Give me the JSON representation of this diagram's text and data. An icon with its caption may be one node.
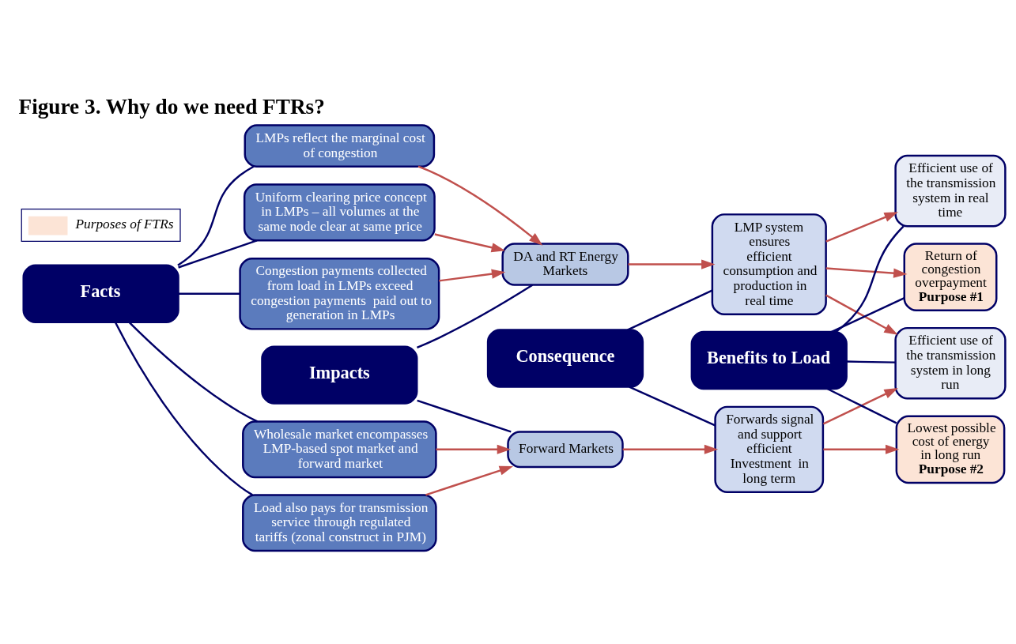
{
  "diagram": {
    "title": "Figure 3. Why do we need FTRs?",
    "nodes": [
      {
        "text": [
          "Facts"
        ]
      },
      {
        "text": [
          "LMPs reflect the marginal cost of congestion"
        ]
      },
      {
        "text": [
          "Uniform clearing price concept in LMPs – all volumes at the same node clear at same price"
        ]
      },
      {
        "text": [
          "Congestion payments collected from load in LMPs exceed congestion payments  paid out to generation in LMPs"
        ]
      },
      {
        "text": [
          "Load also pays for transmission service through regulated tariffs (zonal construct in PJM)"
        ]
      },
      {
        "text": [
          "Wholesale market encompasses LMP-based spot market and forward market"
        ]
      },
      {
        "text": [
          "Impacts"
        ]
      },
      {
        "text": [
          "DA and RT Energy Markets"
        ]
      },
      {
        "text": [
          "Forward Markets"
        ]
      },
      {
        "text": [
          "Consequence"
        ]
      },
      {
        "text": [
          "LMP system ensures efficient consumption and production in real time"
        ]
      },
      {
        "text": [
          "Forwards signal and support efficient Investment  in long term"
        ]
      },
      {
        "text": [
          "Benefits to Load"
        ]
      },
      {
        "text": [
          "Efficient use of the transmission system in real time"
        ]
      },
      {
        "text": [
          "Return of congestion overpayment",
          "Purpose #1"
        ]
      },
      {
        "text": [
          "Efficient use of the transmission system in long run"
        ]
      },
      {
        "text": [
          "Lowest possible cost of energy in long run",
          "Purpose #2"
        ]
      }
    ],
    "edges": [
      {
        "from": 0,
        "to": 1,
        "arrow": "none"
      },
      {
        "from": 0,
        "to": 2,
        "arrow": "none"
      },
      {
        "from": 0,
        "to": 3,
        "arrow": "none"
      },
      {
        "from": 0,
        "to": 4,
        "arrow": "none"
      },
      {
        "from": 0,
        "to": 5,
        "arrow": "none"
      },
      {
        "from": 6,
        "to": 7,
        "arrow": "none"
      },
      {
        "from": 6,
        "to": 8,
        "arrow": "none"
      },
      {
        "from": 9,
        "to": 10,
        "arrow": "none"
      },
      {
        "from": 9,
        "to": 11,
        "arrow": "none"
      },
      {
        "from": 12,
        "to": 13,
        "arrow": "none"
      },
      {
        "from": 12,
        "to": 14,
        "arrow": "none"
      },
      {
        "from": 12,
        "to": 15,
        "arrow": "none"
      },
      {
        "from": 12,
        "to": 16,
        "arrow": "none"
      },
      {
        "from": 1,
        "to": 7,
        "arrow": "to",
        "color": "#c0504d"
      },
      {
        "from": 2,
        "to": 7,
        "arrow": "to",
        "color": "#c0504d"
      },
      {
        "from": 3,
        "to": 7,
        "arrow": "to",
        "color": "#c0504d"
      },
      {
        "from": 4,
        "to": 8,
        "arrow": "to",
        "color": "#c0504d"
      },
      {
        "from": 5,
        "to": 8,
        "arrow": "to",
        "color": "#c0504d"
      },
      {
        "from": 7,
        "to": 10,
        "arrow": "to",
        "color": "#c0504d"
      },
      {
        "from": 8,
        "to": 11,
        "arrow": "to",
        "color": "#c0504d"
      },
      {
        "from": 10,
        "to": 13,
        "arrow": "to",
        "color": "#c0504d"
      },
      {
        "from": 10,
        "to": 14,
        "arrow": "to",
        "color": "#c0504d"
      },
      {
        "from": 10,
        "to": 15,
        "arrow": "to",
        "color": "#c0504d"
      },
      {
        "from": 11,
        "to": 15,
        "arrow": "to",
        "color": "#c0504d"
      },
      {
        "from": 11,
        "to": 16,
        "arrow": "to",
        "color": "#c0504d"
      }
    ],
    "legend": [
      {
        "text": "Purposes of FTRs",
        "color": "#fce4d6"
      }
    ]
  }
}
